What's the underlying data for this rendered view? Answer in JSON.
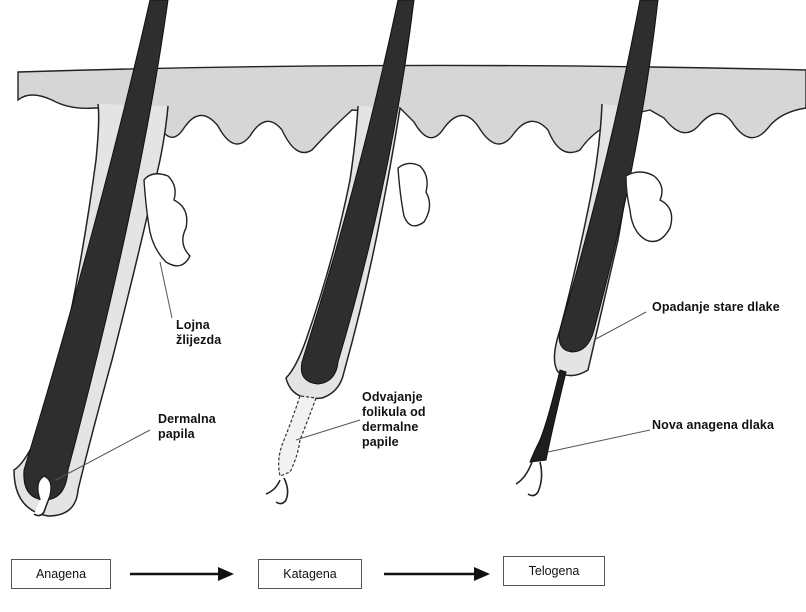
{
  "labels": {
    "sebaceous": [
      "Lojna",
      "žlijezda"
    ],
    "dermal_papilla": [
      "Dermalna",
      "papila"
    ],
    "separation": [
      "Odvajanje",
      "folikula od",
      "dermalne",
      "papile"
    ],
    "old_hair_shedding": "Opadanje stare dlake",
    "new_anagen_hair": "Nova anagena dlaka"
  },
  "phases": [
    "Anagena",
    "Katagena",
    "Telogena"
  ],
  "colors": {
    "skin": "#d4d4d4",
    "hair": "#2b2b2b",
    "outline": "#222222",
    "background": "#ffffff"
  }
}
